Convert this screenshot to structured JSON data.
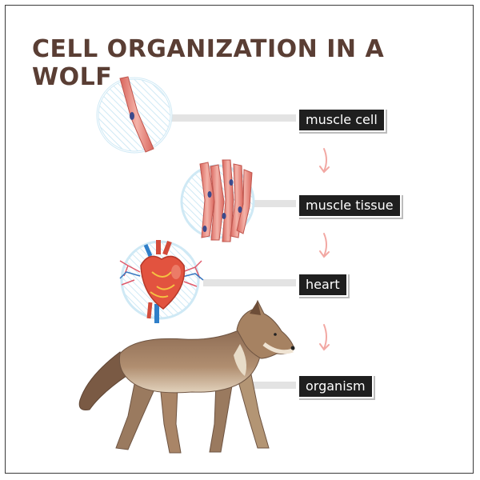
{
  "title": "CELL ORGANIZATION IN A WOLF",
  "levels": [
    {
      "label": "muscle cell",
      "icon": "muscle-cell-icon"
    },
    {
      "label": "muscle tissue",
      "icon": "muscle-tissue-icon"
    },
    {
      "label": "heart",
      "icon": "heart-icon"
    },
    {
      "label": "organism",
      "icon": "wolf-icon"
    }
  ],
  "colors": {
    "title": "#5a3e34",
    "label_bg": "#1f1f1f",
    "connector": "#dddddd",
    "arrow": "#f2a8a3",
    "circle": "#cfe9f5",
    "muscle": "#e98f86",
    "wolf": "#a98567"
  }
}
